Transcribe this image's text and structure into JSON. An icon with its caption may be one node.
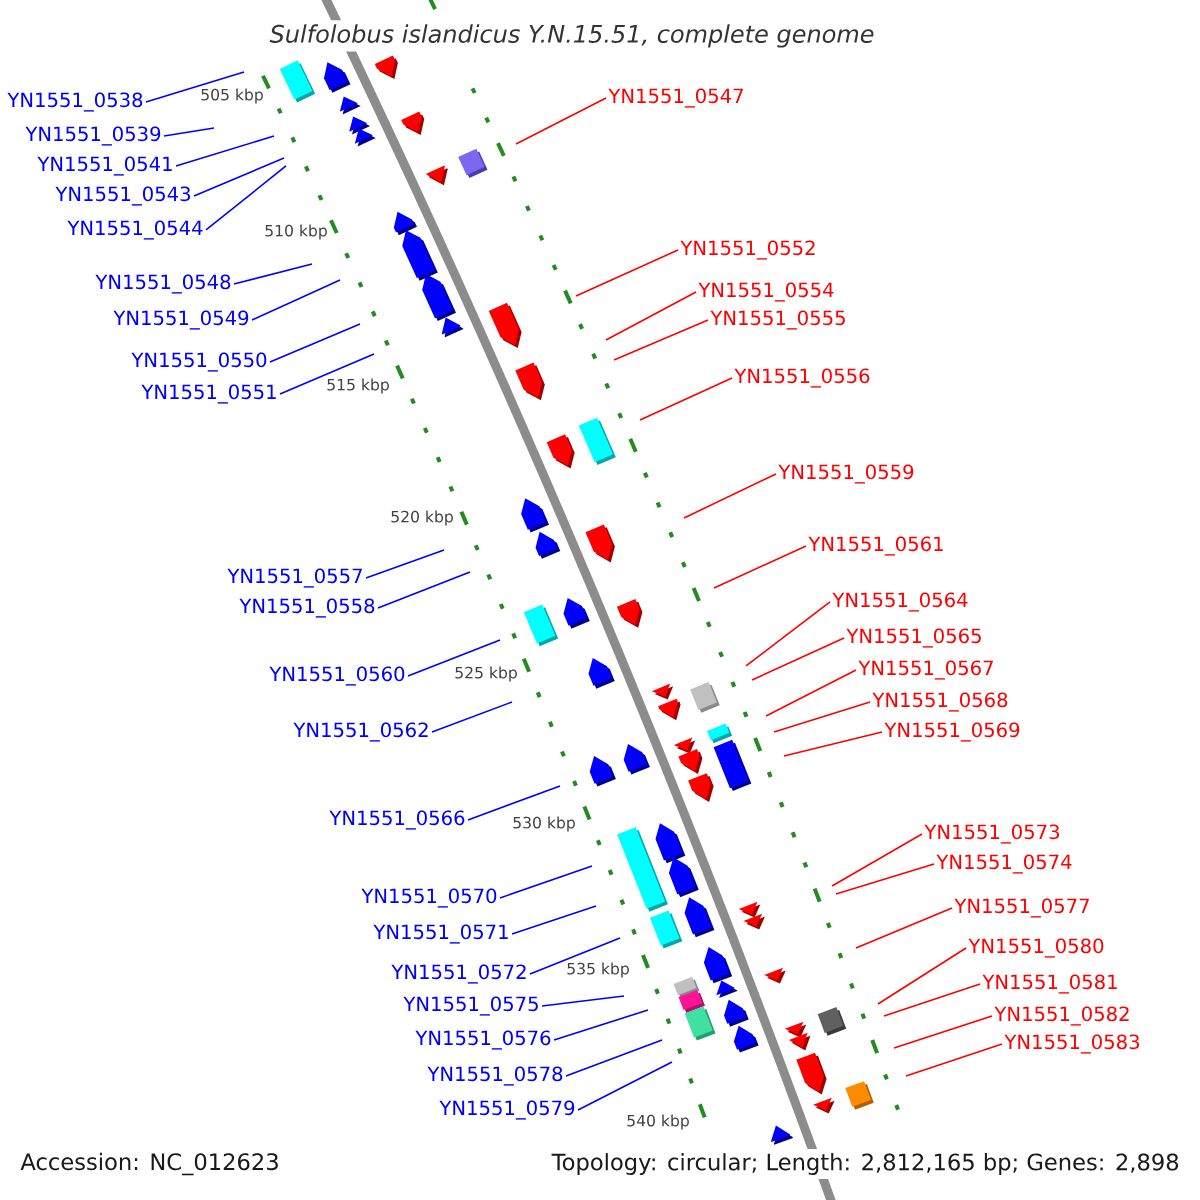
{
  "diagram": {
    "title": "Sulfolobus islandicus Y.N.15.51, complete genome",
    "nodes": [
      {
        "text": [
          "YN1551_0547"
        ]
      },
      {
        "text": [
          "YN1551_0538"
        ]
      },
      {
        "text": [
          "YN1551_0539"
        ]
      },
      {
        "text": [
          "YN1551_0541"
        ]
      },
      {
        "text": [
          "YN1551_0543"
        ]
      },
      {
        "text": [
          "YN1551_0544"
        ]
      },
      {
        "text": [
          "YN1551_0552"
        ]
      },
      {
        "text": [
          "YN1551_0548"
        ]
      },
      {
        "text": [
          "YN1551_0554"
        ]
      },
      {
        "text": [
          "YN1551_0549"
        ]
      },
      {
        "text": [
          "YN1551_0555"
        ]
      },
      {
        "text": [
          "YN1551_0550"
        ]
      },
      {
        "text": [
          "YN1551_0556"
        ]
      },
      {
        "text": [
          "YN1551_0551"
        ]
      },
      {
        "text": [
          "YN1551_0559"
        ]
      },
      {
        "text": [
          "YN1551_0561"
        ]
      },
      {
        "text": [
          "YN1551_0557"
        ]
      },
      {
        "text": [
          "YN1551_0564"
        ]
      },
      {
        "text": [
          "YN1551_0558"
        ]
      },
      {
        "text": [
          "YN1551_0565"
        ]
      },
      {
        "text": [
          "YN1551_0567"
        ]
      },
      {
        "text": [
          "YN1551_0560"
        ]
      },
      {
        "text": [
          "YN1551_0568"
        ]
      },
      {
        "text": [
          "YN1551_0562"
        ]
      },
      {
        "text": [
          "YN1551_0569"
        ]
      },
      {
        "text": [
          "YN1551_0566"
        ]
      },
      {
        "text": [
          "YN1551_0573"
        ]
      },
      {
        "text": [
          "YN1551_0574"
        ]
      },
      {
        "text": [
          "YN1551_0570"
        ]
      },
      {
        "text": [
          "YN1551_0577"
        ]
      },
      {
        "text": [
          "YN1551_0571"
        ]
      },
      {
        "text": [
          "YN1551_0580"
        ]
      },
      {
        "text": [
          "YN1551_0572"
        ]
      },
      {
        "text": [
          "YN1551_0581"
        ]
      },
      {
        "text": [
          "YN1551_0575"
        ]
      },
      {
        "text": [
          "YN1551_0582"
        ]
      },
      {
        "text": [
          "YN1551_0576"
        ]
      },
      {
        "text": [
          "YN1551_0583"
        ]
      },
      {
        "text": [
          "YN1551_0578"
        ]
      },
      {
        "text": [
          "YN1551_0579"
        ]
      }
    ],
    "edges": [
      {
        "from": 0,
        "to": null,
        "arrow": "none",
        "color": "#ff0000"
      },
      {
        "from": 1,
        "to": null,
        "arrow": "none"
      },
      {
        "from": 2,
        "to": null,
        "arrow": "none"
      },
      {
        "from": 3,
        "to": null,
        "arrow": "none"
      },
      {
        "from": 4,
        "to": null,
        "arrow": "none"
      },
      {
        "from": 5,
        "to": null,
        "arrow": "none"
      },
      {
        "from": 6,
        "to": null,
        "arrow": "none",
        "color": "#ff0000"
      },
      {
        "from": 7,
        "to": null,
        "arrow": "none"
      },
      {
        "from": 8,
        "to": null,
        "arrow": "none",
        "color": "#ff0000"
      },
      {
        "from": 9,
        "to": null,
        "arrow": "none"
      },
      {
        "from": 10,
        "to": null,
        "arrow": "none",
        "color": "#ff0000"
      },
      {
        "from": 11,
        "to": null,
        "arrow": "none"
      },
      {
        "from": 12,
        "to": null,
        "arrow": "none",
        "color": "#ff0000"
      },
      {
        "from": 13,
        "to": null,
        "arrow": "none"
      },
      {
        "from": 14,
        "to": null,
        "arrow": "none",
        "color": "#ff0000"
      },
      {
        "from": 15,
        "to": null,
        "arrow": "none",
        "color": "#ff0000"
      },
      {
        "from": 16,
        "to": null,
        "arrow": "none"
      },
      {
        "from": 17,
        "to": null,
        "arrow": "none",
        "color": "#ff0000"
      },
      {
        "from": 18,
        "to": null,
        "arrow": "none"
      },
      {
        "from": 19,
        "to": null,
        "arrow": "none",
        "color": "#ff0000"
      },
      {
        "from": 20,
        "to": null,
        "arrow": "none",
        "color": "#ff0000"
      },
      {
        "from": 21,
        "to": null,
        "arrow": "none"
      },
      {
        "from": 22,
        "to": null,
        "arrow": "none",
        "color": "#ff0000"
      },
      {
        "from": 23,
        "to": null,
        "arrow": "none"
      },
      {
        "from": 24,
        "to": null,
        "arrow": "none",
        "color": "#ff0000"
      },
      {
        "from": 25,
        "to": null,
        "arrow": "none"
      },
      {
        "from": 26,
        "to": null,
        "arrow": "none",
        "color": "#ff0000"
      },
      {
        "from": 27,
        "to": null,
        "arrow": "none",
        "color": "#ff0000"
      },
      {
        "from": 28,
        "to": null,
        "arrow": "none"
      },
      {
        "from": 29,
        "to": null,
        "arrow": "none",
        "color": "#ff0000"
      },
      {
        "from": 30,
        "to": null,
        "arrow": "none"
      },
      {
        "from": 31,
        "to": null,
        "arrow": "none",
        "color": "#ff0000"
      },
      {
        "from": 32,
        "to": null,
        "arrow": "none"
      },
      {
        "from": 33,
        "to": null,
        "arrow": "none",
        "color": "#ff0000"
      },
      {
        "from": 34,
        "to": null,
        "arrow": "none"
      },
      {
        "from": 35,
        "to": null,
        "arrow": "none",
        "color": "#ff0000"
      },
      {
        "from": 36,
        "to": null,
        "arrow": "none"
      },
      {
        "from": 37,
        "to": null,
        "arrow": "none",
        "color": "#ff0000"
      },
      {
        "from": 38,
        "to": null,
        "arrow": "none"
      },
      {
        "from": 39,
        "to": null,
        "arrow": "none"
      }
    ],
    "labels": [
      "505 kbp",
      "510 kbp",
      "515 kbp",
      "520 kbp",
      "525 kbp",
      "530 kbp",
      "535 kbp",
      "540 kbp",
      "Accession: NC_012623",
      "Topology: circular; Length: 2,812,165 bp; Genes: 2,898"
    ]
  }
}
